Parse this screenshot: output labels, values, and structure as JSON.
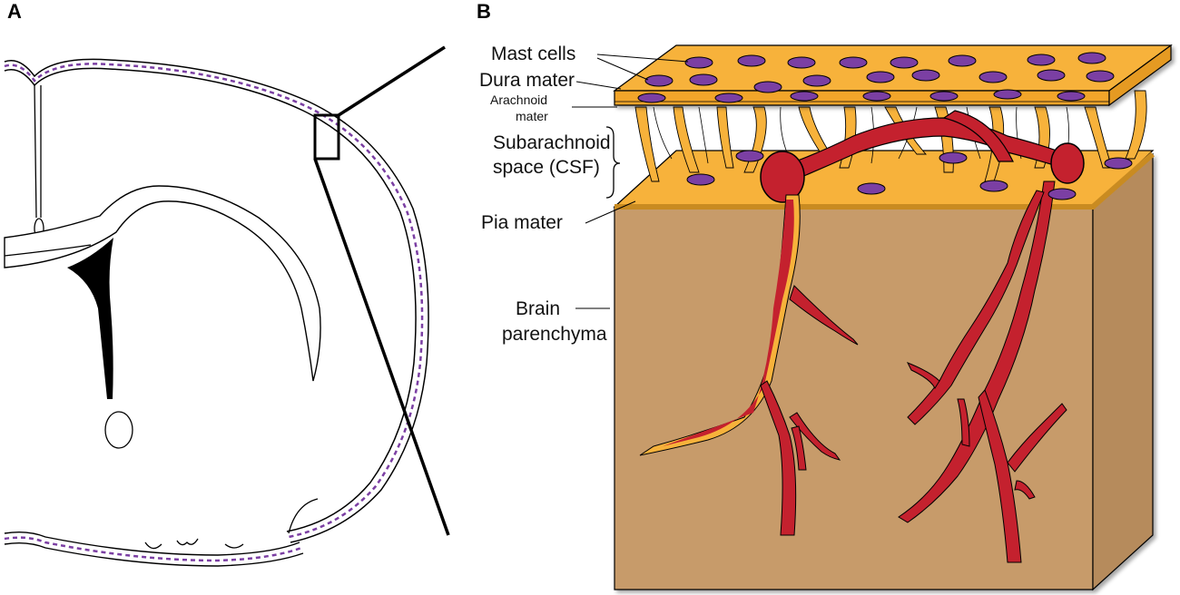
{
  "panels": {
    "a": {
      "letter": "A"
    },
    "b": {
      "letter": "B"
    }
  },
  "labels": {
    "mast_cells": "Mast cells",
    "dura_mater": "Dura mater",
    "arachnoid_line1": "Arachnoid",
    "arachnoid_line2": "mater",
    "subarachnoid_line1": "Subarachnoid",
    "subarachnoid_line2": "space (CSF)",
    "pia_mater": "Pia mater",
    "brain_line1": "Brain",
    "brain_line2": "parenchyma"
  },
  "colors": {
    "meninges_orange": "#f7b23b",
    "parenchyma_tan": "#c59a6b",
    "parenchyma_front": "#c79b6a",
    "parenchyma_side": "#b68b5c",
    "vessel_red": "#c4212e",
    "mast_cell_purple": "#7b3fa3",
    "outline": "#000000"
  }
}
